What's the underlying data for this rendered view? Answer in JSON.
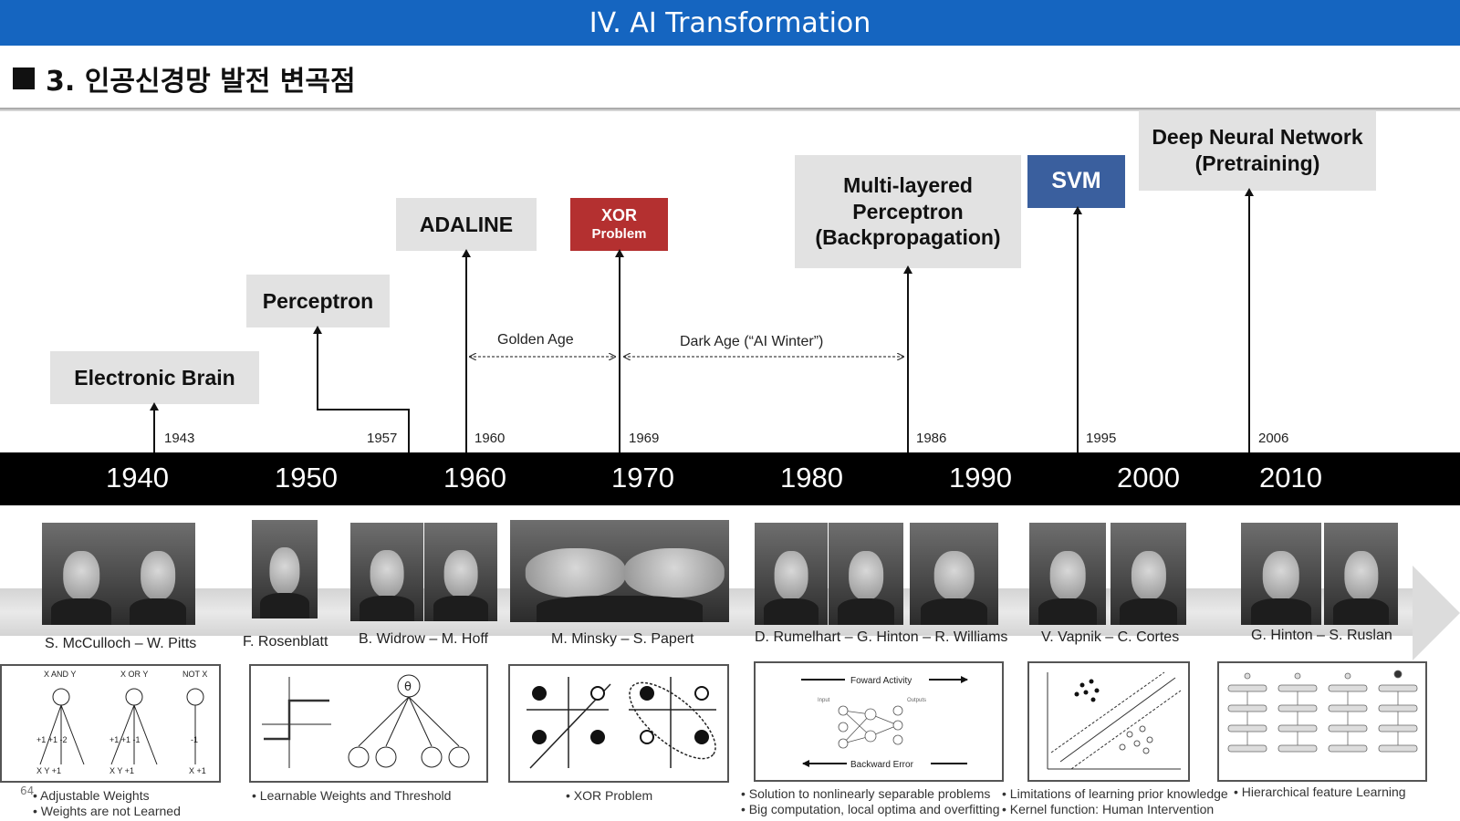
{
  "header": {
    "title": "IV. AI Transformation",
    "section": "3. 인공신경망 발전 변곡점"
  },
  "milestones": [
    {
      "label": "Electronic Brain",
      "year": "1943"
    },
    {
      "label": "Perceptron",
      "year": "1957"
    },
    {
      "label": "ADALINE",
      "year": "1960"
    },
    {
      "label": "XOR",
      "label2": "Problem",
      "year": "1969"
    },
    {
      "label": "Multi-layered",
      "label2": "Perceptron",
      "label3": "(Backpropagation)",
      "year": "1986"
    },
    {
      "label": "SVM",
      "year": "1995"
    },
    {
      "label": "Deep Neural Network",
      "label2": "(Pretraining)",
      "year": "2006"
    }
  ],
  "ages": {
    "golden": "Golden Age",
    "dark": "Dark Age (“AI Winter”)"
  },
  "decades": [
    "1940",
    "1950",
    "1960",
    "1970",
    "1980",
    "1990",
    "2000",
    "2010"
  ],
  "people": [
    "S. McCulloch – W. Pitts",
    "F. Rosenblatt",
    "B. Widrow – M. Hoff",
    "M. Minsky – S. Papert",
    "D. Rumelhart – G. Hinton – R. Williams",
    "V. Vapnik – C. Cortes",
    "G. Hinton – S. Ruslan"
  ],
  "diagrams": {
    "gates": [
      "X AND Y",
      "X OR Y",
      "NOT X"
    ],
    "weights": [
      "+1 +1 -2",
      "+1 +1 -1",
      "-1"
    ],
    "inputs": [
      "X Y +1",
      "X Y +1",
      "X +1"
    ],
    "theta": "θ",
    "forward": "Foward Activity",
    "backward": "Backward Error",
    "input_lbl": "Input",
    "output_lbl": "Outputs"
  },
  "bullets": [
    [
      "• Adjustable Weights",
      "• Weights are not Learned"
    ],
    [
      "• Learnable Weights  and Threshold"
    ],
    [
      "• XOR Problem"
    ],
    [
      "• Solution to nonlinearly separable problems",
      "• Big computation, local optima and overfitting"
    ],
    [
      "• Limitations of learning prior knowledge",
      "• Kernel function: Human Intervention"
    ],
    [
      "• Hierarchical feature Learning"
    ]
  ],
  "page_number": "64",
  "colors": {
    "header_bg": "#1565c0",
    "xor_box": "#b43030",
    "svm_box": "#3a5f9e",
    "box_gray": "#e2e2e2",
    "timeline": "#000000"
  }
}
